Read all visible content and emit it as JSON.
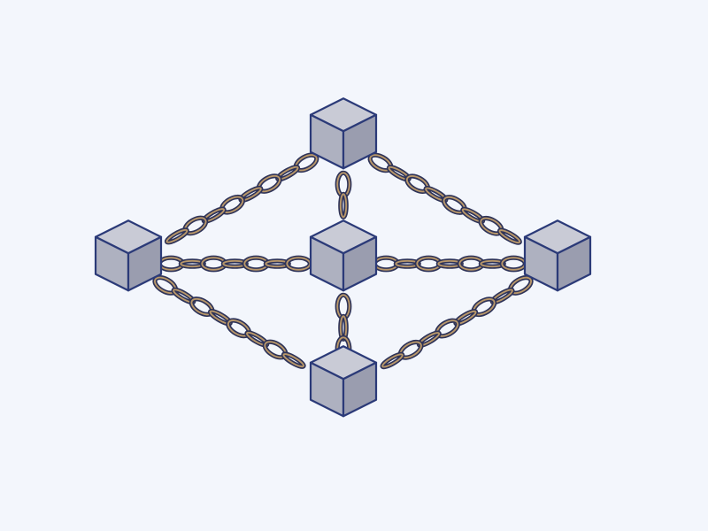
{
  "diagram": {
    "type": "blockchain-network",
    "nodes": [
      {
        "id": "top"
      },
      {
        "id": "left"
      },
      {
        "id": "center"
      },
      {
        "id": "right"
      },
      {
        "id": "bottom"
      }
    ],
    "links": [
      {
        "from": "top",
        "to": "left"
      },
      {
        "from": "top",
        "to": "right"
      },
      {
        "from": "top",
        "to": "center"
      },
      {
        "from": "left",
        "to": "center"
      },
      {
        "from": "center",
        "to": "right"
      },
      {
        "from": "left",
        "to": "bottom"
      },
      {
        "from": "right",
        "to": "bottom"
      },
      {
        "from": "center",
        "to": "bottom"
      }
    ]
  },
  "colors": {
    "background": "#f3f6fc",
    "block_outline": "#2b3a78",
    "block_top": "#c9cbd6",
    "block_left": "#aeb1c0",
    "block_right": "#9a9daf",
    "chain_outer": "#2e3358",
    "chain_inner": "#b8976a"
  },
  "icons": {
    "node": "cube-block-icon",
    "link": "chain-link-icon"
  }
}
